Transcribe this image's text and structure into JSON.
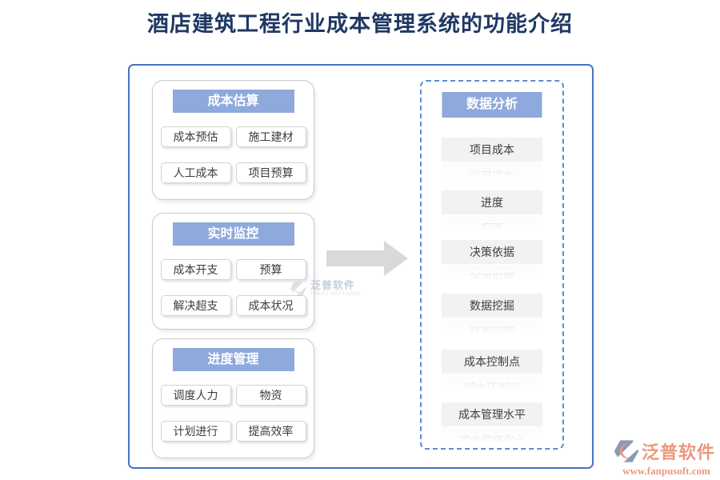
{
  "title": "酒店建筑工程行业成本管理系统的功能介绍",
  "colors": {
    "title_text": "#1F3864",
    "header_bg": "#8EA9DB",
    "container_border": "#4673C4",
    "dashed_border": "#5C8AD2",
    "arrow": "#D9D9D9",
    "item_bg_right": "#F2F2F2",
    "brand_salmon": "#E9997E",
    "brand_blue_gray": "#8A9BB4"
  },
  "left_groups": [
    {
      "header": "成本估算",
      "items": [
        "成本预估",
        "施工建材",
        "人工成本",
        "项目预算"
      ]
    },
    {
      "header": "实时监控",
      "items": [
        "成本开支",
        "预算",
        "解决超支",
        "成本状况"
      ]
    },
    {
      "header": "进度管理",
      "items": [
        "调度人力",
        "物资",
        "计划进行",
        "提高效率"
      ]
    }
  ],
  "right_panel": {
    "header": "数据分析",
    "items": [
      "项目成本",
      "进度",
      "决策依据",
      "数据挖掘",
      "成本控制点",
      "成本管理水平"
    ]
  },
  "watermark": {
    "text": "泛普软件",
    "subtext": "FANPU SOFTWARE"
  },
  "footer_brand": {
    "name": "泛普软件",
    "url": "www.fanpusoft.com"
  }
}
